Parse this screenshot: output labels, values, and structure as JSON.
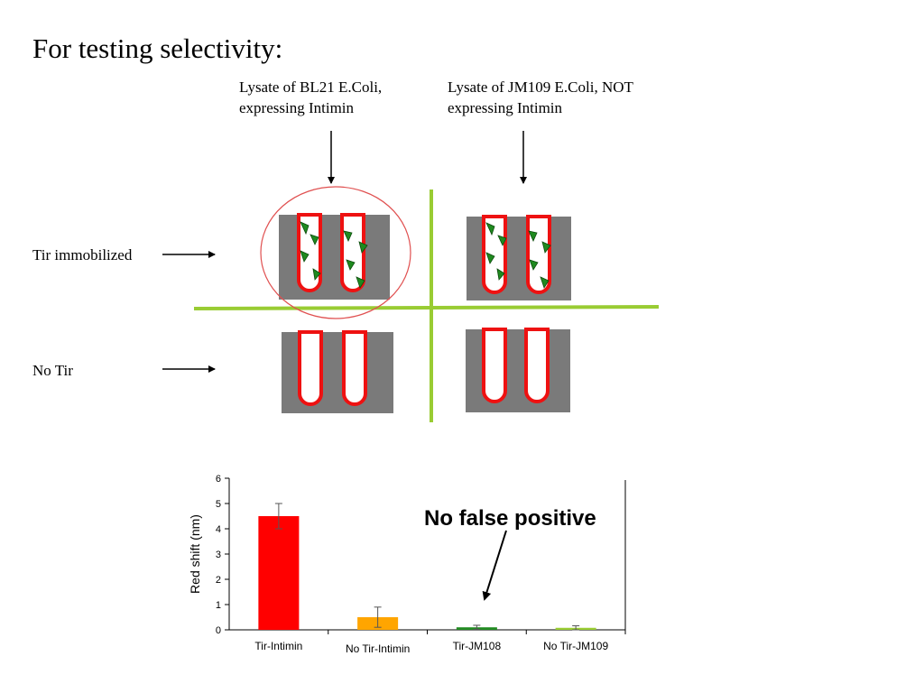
{
  "title": "For testing selectivity:",
  "columns": [
    {
      "line1": "Lysate of BL21 E.Coli,",
      "line2": "expressing Intimin"
    },
    {
      "line1": "Lysate of JM109 E.Coli, NOT",
      "line2": "expressing Intimin"
    }
  ],
  "rows": [
    {
      "label": "Tir immobilized"
    },
    {
      "label": "No Tir"
    }
  ],
  "colors": {
    "gray_block": "#7a7a7a",
    "red_well": "#ee1111",
    "green_divider": "#99cc33",
    "green_particle": "#1f8a1f",
    "circle": "#e05050"
  },
  "annotation": "No false positive",
  "chart_data": {
    "type": "bar",
    "categories": [
      "Tir-Intimin",
      "No Tir-Intimin",
      "Tir-JM108",
      "No Tir-JM109"
    ],
    "values": [
      4.5,
      0.5,
      0.1,
      0.08
    ],
    "errors": [
      0.5,
      0.4,
      0.08,
      0.08
    ],
    "colors": [
      "#ff0000",
      "#ffa500",
      "#228b22",
      "#9acd32"
    ],
    "xlabel": "",
    "ylabel": "Red shift (nm)",
    "ylim": [
      0,
      6
    ],
    "yticks": [
      0,
      1,
      2,
      3,
      4,
      5,
      6
    ],
    "grid": false
  }
}
